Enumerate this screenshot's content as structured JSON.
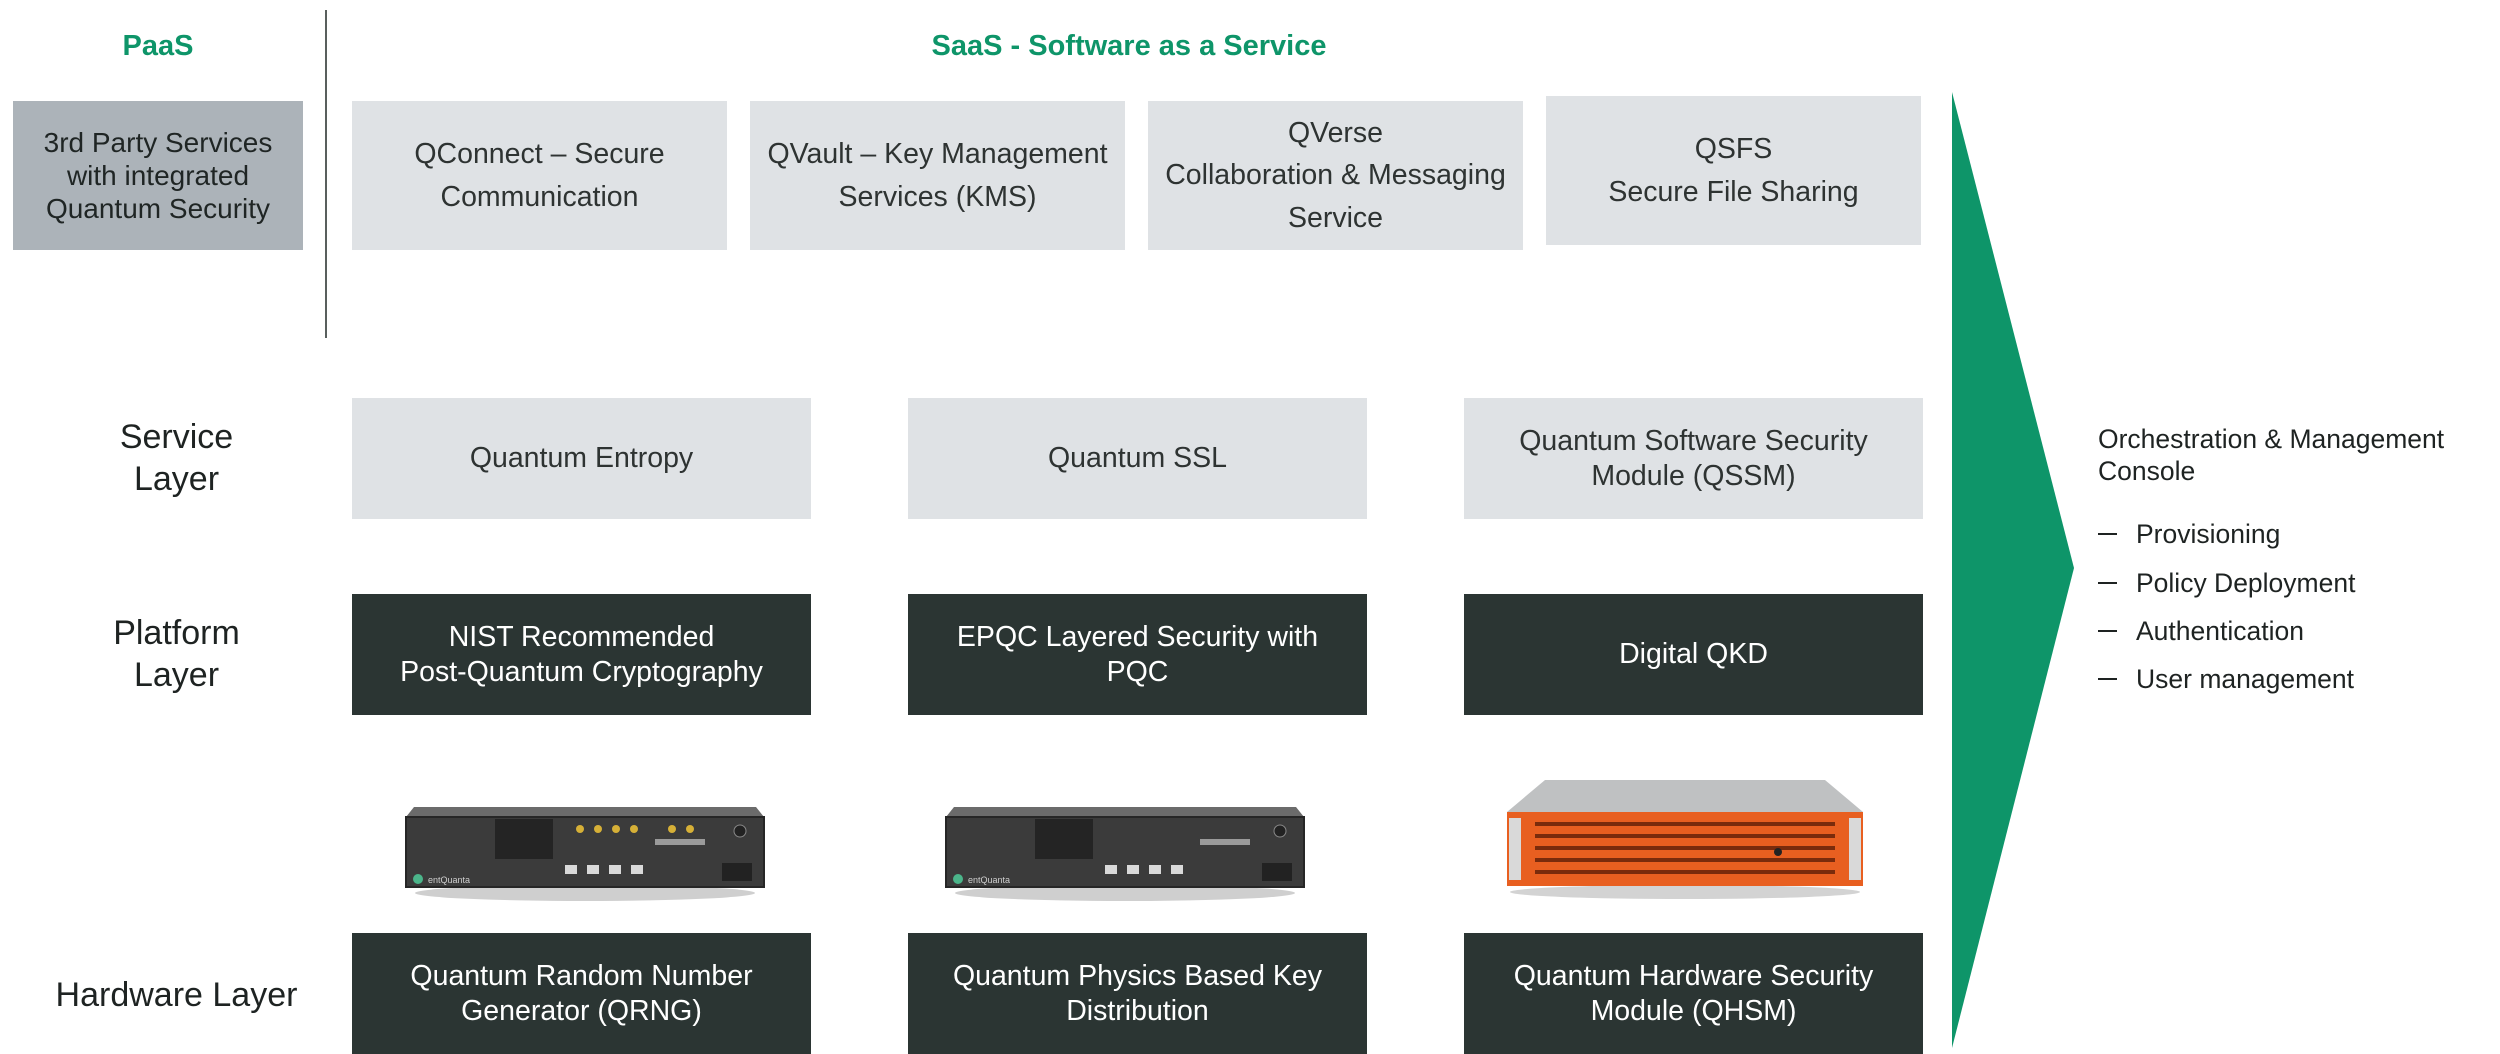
{
  "headers": {
    "paas": "PaaS",
    "saas": "SaaS - Software as a Service"
  },
  "paas_box": {
    "lines": [
      "3rd Party Services",
      "with integrated",
      "Quantum Security"
    ]
  },
  "saas_boxes": [
    {
      "lines": [
        "QConnect – Secure",
        "Communication"
      ]
    },
    {
      "lines": [
        "QVault – Key Management",
        "Services (KMS)"
      ]
    },
    {
      "lines": [
        "QVerse",
        "Collaboration & Messaging",
        "Service"
      ]
    },
    {
      "lines": [
        "QSFS",
        "Secure File Sharing"
      ]
    }
  ],
  "layers": {
    "service": [
      "Service",
      "Layer"
    ],
    "platform": [
      "Platform",
      "Layer"
    ],
    "hardware": "Hardware Layer"
  },
  "service_boxes": [
    {
      "lines": [
        "Quantum Entropy"
      ]
    },
    {
      "lines": [
        "Quantum SSL"
      ]
    },
    {
      "lines": [
        "Quantum Software Security",
        "Module (QSSM)"
      ]
    }
  ],
  "platform_boxes": [
    {
      "lines": [
        "NIST Recommended",
        "Post-Quantum Cryptography"
      ]
    },
    {
      "lines": [
        "EPQC Layered Security with",
        "PQC"
      ]
    },
    {
      "lines": [
        "Digital QKD"
      ]
    }
  ],
  "hardware_images": [
    {
      "icon": "quantum-appliance-rack-unit",
      "badge": "entQuanta"
    },
    {
      "icon": "quantum-appliance-rack-unit",
      "badge": "entQuanta"
    },
    {
      "icon": "orange-hsm-server",
      "badge": ""
    }
  ],
  "hardware_boxes": [
    {
      "lines": [
        "Quantum Random Number",
        "Generator (QRNG)"
      ]
    },
    {
      "lines": [
        "Quantum Physics Based Key",
        "Distribution"
      ]
    },
    {
      "lines": [
        "Quantum Hardware Security",
        "Module (QHSM)"
      ]
    }
  ],
  "orchestration": {
    "title": [
      "Orchestration & Management",
      "Console"
    ],
    "items": [
      "Provisioning",
      "Policy Deployment",
      "Authentication",
      "User management"
    ]
  },
  "colors": {
    "accent_green": "#0e9569",
    "light_box": "#dfe2e5",
    "gray_box": "#acb3b9",
    "dark_box": "#2b3533",
    "hsm_orange": "#e85f20"
  }
}
